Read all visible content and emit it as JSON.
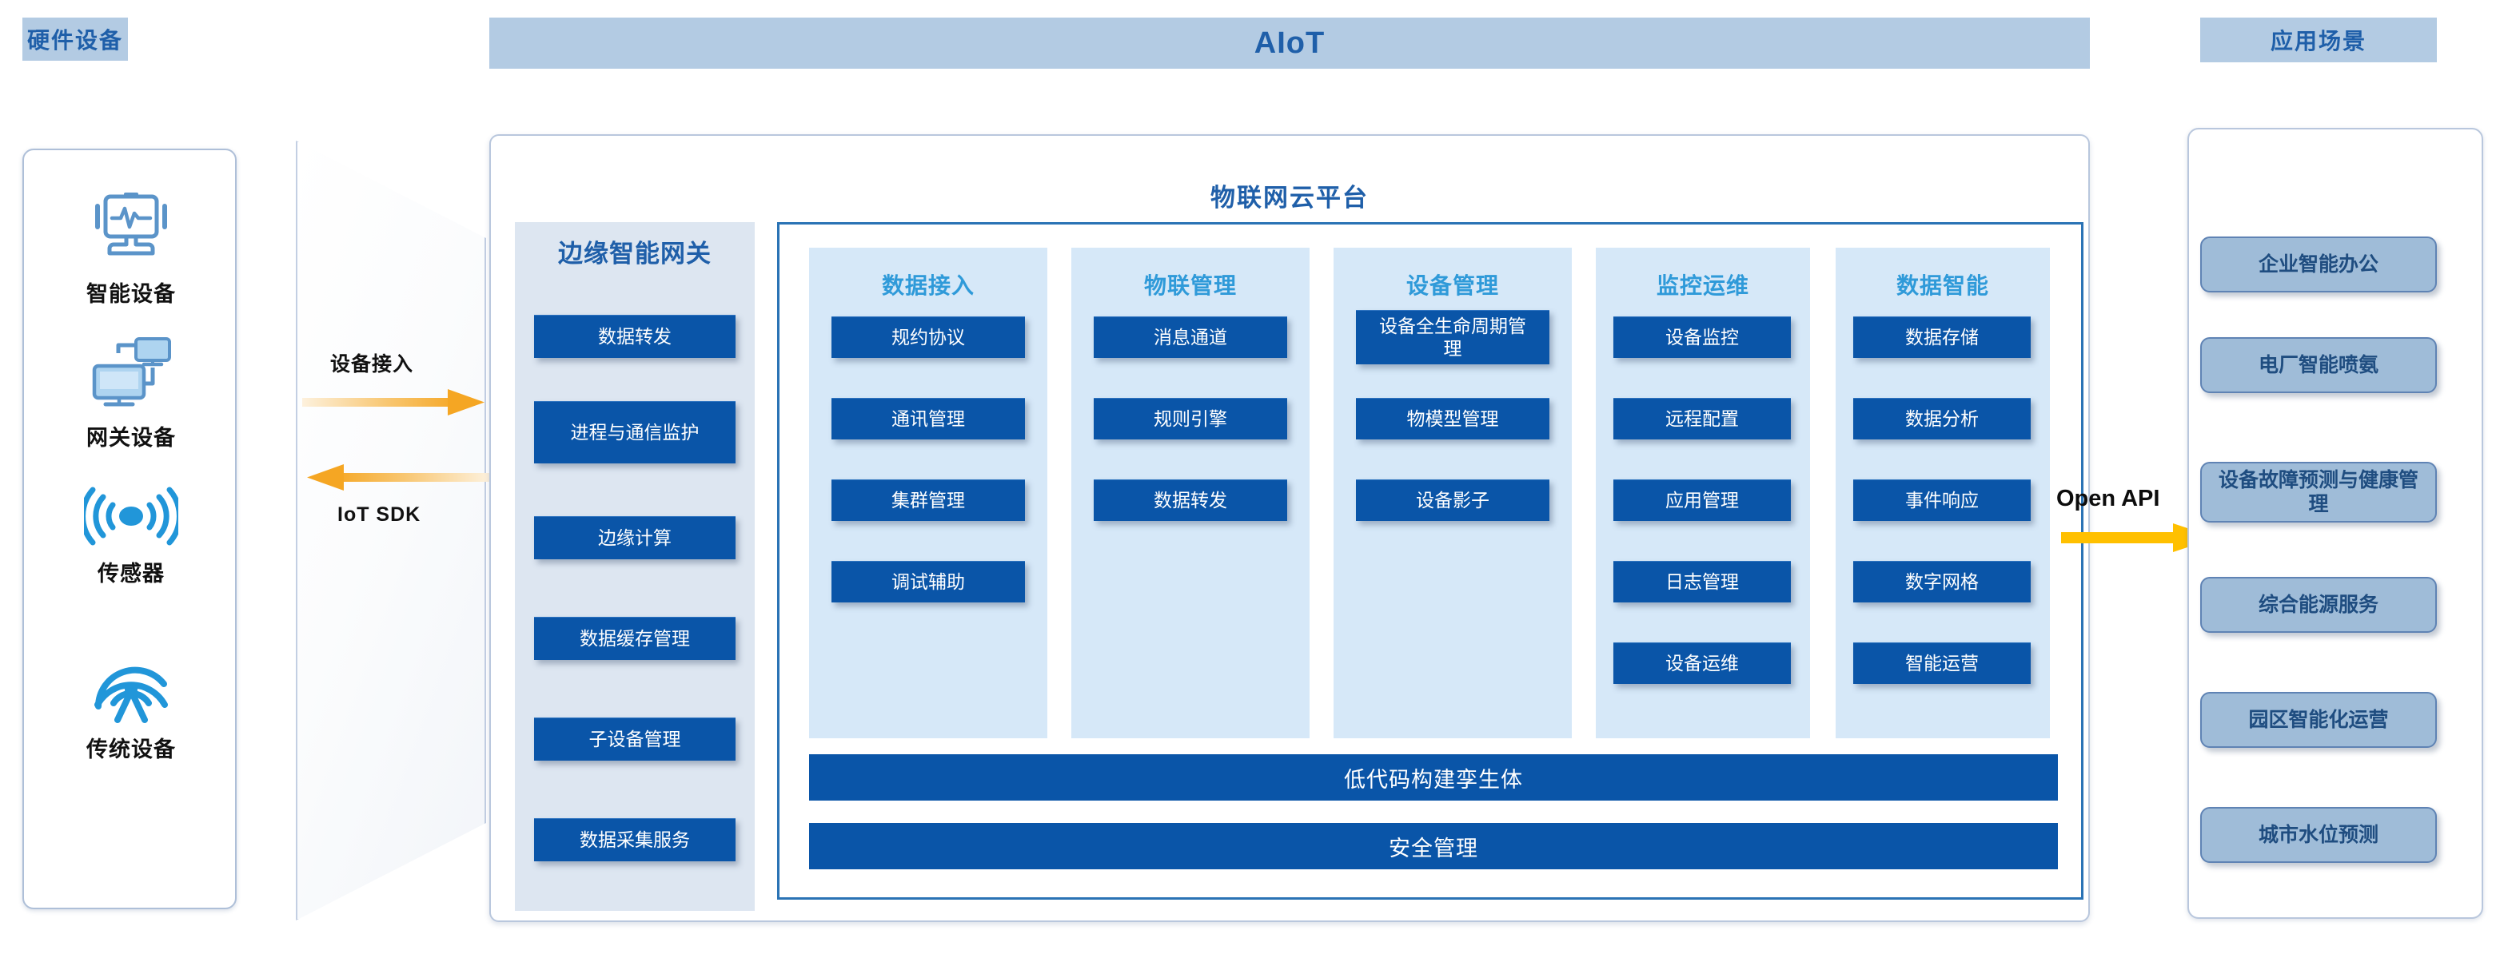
{
  "sections": {
    "hardware_title": "硬件设备",
    "aiot_title": "AIoT",
    "application_title": "应用场景"
  },
  "hardware": {
    "items": [
      {
        "label": "智能设备",
        "icon": "monitor-heartbeat-icon"
      },
      {
        "label": "网关设备",
        "icon": "network-devices-icon"
      },
      {
        "label": "传感器",
        "icon": "signal-waves-icon"
      },
      {
        "label": "传统设备",
        "icon": "antenna-tower-icon"
      }
    ]
  },
  "connector": {
    "forward_label": "设备接入",
    "backward_label": "IoT  SDK"
  },
  "cloud": {
    "title": "物联网云平台",
    "gateway": {
      "title": "边缘智能网关",
      "items": [
        "数据转发",
        "进程与通信监护",
        "边缘计算",
        "数据缓存管理",
        "子设备管理",
        "数据采集服务"
      ]
    },
    "columns": [
      {
        "title": "数据接入",
        "items": [
          "规约协议",
          "通讯管理",
          "集群管理",
          "调试辅助"
        ]
      },
      {
        "title": "物联管理",
        "items": [
          "消息通道",
          "规则引擎",
          "数据转发"
        ]
      },
      {
        "title": "设备管理",
        "items": [
          "设备全生命周期管理",
          "物模型管理",
          "设备影子"
        ]
      },
      {
        "title": "监控运维",
        "items": [
          "设备监控",
          "远程配置",
          "应用管理",
          "日志管理",
          "设备运维"
        ]
      },
      {
        "title": "数据智能",
        "items": [
          "数据存储",
          "数据分析",
          "事件响应",
          "数字网格",
          "智能运营"
        ]
      }
    ],
    "bottom_bars": [
      "低代码构建孪生体",
      "安全管理"
    ]
  },
  "open_api": {
    "label": "Open API"
  },
  "applications": {
    "items": [
      "企业智能办公",
      "电厂智能喷氨",
      "设备故障预测与健康管理",
      "综合能源服务",
      "园区智能化运营",
      "城市水位预测"
    ]
  },
  "colors": {
    "chip_bg": "#b3cbe3",
    "chip_text": "#1f5fa9",
    "box_blue": "#0a55a8",
    "column_bg": "#d6e8f8",
    "column_title": "#2f9ad9",
    "gateway_bg": "#dde6f1",
    "app_box_bg": "#9fbcd8",
    "arrow_orange": "#f5a623",
    "openapi_arrow": "#ffc000",
    "icon_blue": "#2196d9"
  }
}
